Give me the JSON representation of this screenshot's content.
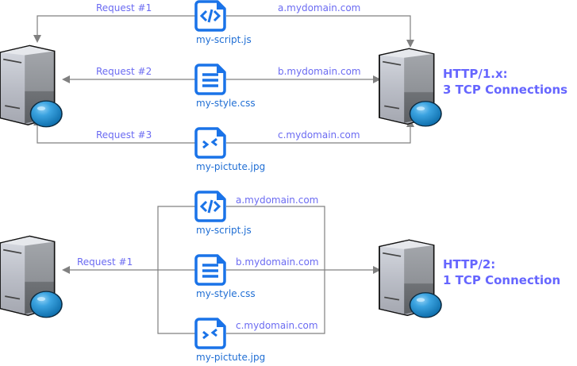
{
  "diagram": {
    "colors": {
      "label": "#6B6BF2",
      "file_label": "#1F6ED4",
      "heading": "#6666FF",
      "icon": "#1A73E8",
      "connector": "#808080",
      "globe": "#1E88D0"
    },
    "http1": {
      "heading_line1": "HTTP/1.x:",
      "heading_line2": "3 TCP Connections",
      "requests": [
        {
          "request": "Request #1",
          "file": "my-script.js",
          "file_icon": "code-file-icon",
          "domain": "a.mydomain.com"
        },
        {
          "request": "Request #2",
          "file": "my-style.css",
          "file_icon": "text-document-icon",
          "domain": "b.mydomain.com"
        },
        {
          "request": "Request #3",
          "file": "my-pictute.jpg",
          "file_icon": "image-collapse-file-icon",
          "domain": "c.mydomain.com"
        }
      ]
    },
    "http2": {
      "heading_line1": "HTTP/2:",
      "heading_line2": "1 TCP Connection",
      "request": "Request #1",
      "files": [
        {
          "file": "my-script.js",
          "file_icon": "code-file-icon",
          "domain": "a.mydomain.com"
        },
        {
          "file": "my-style.css",
          "file_icon": "text-document-icon",
          "domain": "b.mydomain.com"
        },
        {
          "file": "my-pictute.jpg",
          "file_icon": "image-collapse-file-icon",
          "domain": "c.mydomain.com"
        }
      ]
    }
  }
}
